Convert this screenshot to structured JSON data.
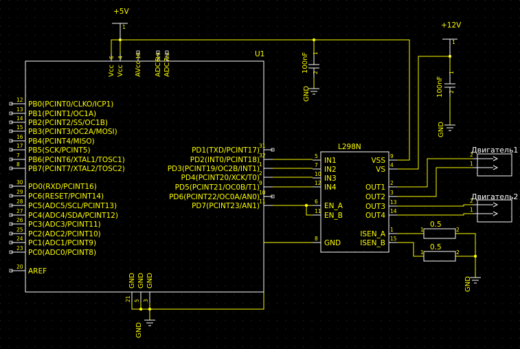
{
  "colors": {
    "background": "#000000",
    "grid": "#303030",
    "wire": "#ffff00",
    "component": "#ffffff",
    "text": "#ffff00"
  },
  "power": {
    "vcc5": "+5V",
    "vcc12": "+12V",
    "gnd": "GND"
  },
  "mcu": {
    "ref": "U1",
    "top_pins": [
      {
        "label": "Vcc",
        "num": "6"
      },
      {
        "label": "Vcc",
        "num": "4"
      },
      {
        "label": "AVcc",
        "num": "18"
      },
      {
        "label": "ADC6",
        "num": "19"
      },
      {
        "label": "ADC7",
        "num": "22"
      }
    ],
    "left_pins": [
      {
        "label": "PB0(PCINT0/CLKO/ICP1)",
        "num": "12"
      },
      {
        "label": "PB1(PCINT1/OC1A)",
        "num": "13"
      },
      {
        "label": "PB2(PCINT2/SS/OC1B)",
        "num": "14"
      },
      {
        "label": "PB3(PCINT3/OC2A/MOSI)",
        "num": "15"
      },
      {
        "label": "PB4(PCINT4/MISO)",
        "num": "16"
      },
      {
        "label": "PB5(SCK/PCINT5)",
        "num": "17"
      },
      {
        "label": "PB6(PCINT6/XTAL1/TOSC1)",
        "num": "7"
      },
      {
        "label": "PB7(PCINT7/XTAL2/TOSC2)",
        "num": "8"
      },
      {
        "label": "PD0(RXD/PCINT16)",
        "num": "30"
      },
      {
        "label": "PC6(RESET/PCINT14)",
        "num": "29"
      },
      {
        "label": "PC5(ADC5/SCL/PCINT13)",
        "num": "28"
      },
      {
        "label": "PC4(ADC4/SDA/PCINT12)",
        "num": "27"
      },
      {
        "label": "PC3(ADC3/PCINT11)",
        "num": "26"
      },
      {
        "label": "PC2(ADC2/PCINT10)",
        "num": "25"
      },
      {
        "label": "PC1(ADC1/PCINT9)",
        "num": "24"
      },
      {
        "label": "PC0(ADC0/PCINT8)",
        "num": "23"
      },
      {
        "label": "AREF",
        "num": "20"
      }
    ],
    "right_pins": [
      {
        "label": "PD1(TXD/PCINT17)",
        "num": "31"
      },
      {
        "label": "PD2(INT0/PCINT18)",
        "num": "32"
      },
      {
        "label": "PD3(PCINT19/OC2B/INT1)",
        "num": "1"
      },
      {
        "label": "PD4(PCINT20/XCK/T0)",
        "num": "2"
      },
      {
        "label": "PD5(PCINT21/OC0B/T1)",
        "num": "9"
      },
      {
        "label": "PD6(PCINT22/OC0A/AN0)",
        "num": "10"
      },
      {
        "label": "PD7(PCINT23/AN1)",
        "num": "11"
      }
    ],
    "bottom_pins": [
      {
        "label": "GND",
        "num": "21"
      },
      {
        "label": "GND",
        "num": "5"
      },
      {
        "label": "GND",
        "num": "3"
      }
    ]
  },
  "driver": {
    "ref": "L298N",
    "left_pins": [
      {
        "label": "IN1",
        "num": "5"
      },
      {
        "label": "IN2",
        "num": "7"
      },
      {
        "label": "IN3",
        "num": "10"
      },
      {
        "label": "IN4",
        "num": "12"
      },
      {
        "label": "EN_A",
        "num": "6"
      },
      {
        "label": "EN_B",
        "num": "11"
      },
      {
        "label": "GND",
        "num": "8"
      }
    ],
    "right_pins": [
      {
        "label": "VSS",
        "num": "9"
      },
      {
        "label": "VS",
        "num": "4"
      },
      {
        "label": "OUT1",
        "num": "2"
      },
      {
        "label": "OUT2",
        "num": "3"
      },
      {
        "label": "OUT3",
        "num": "13"
      },
      {
        "label": "OUT4",
        "num": "14"
      },
      {
        "label": "ISEN_A",
        "num": "1"
      },
      {
        "label": "ISEN_B",
        "num": "15"
      }
    ]
  },
  "caps": [
    {
      "value": "100nF",
      "pin1": "1",
      "pin2": "2"
    },
    {
      "value": "100nF",
      "pin1": "1",
      "pin2": "2"
    }
  ],
  "motors": [
    {
      "label": "Двигатель1",
      "pin1": "1",
      "pin2": "2"
    },
    {
      "label": "Двигатель2",
      "pin1": "1",
      "pin2": "2"
    }
  ],
  "resistors": [
    {
      "value": "0.5",
      "pin1": "1",
      "pin2": "2"
    },
    {
      "value": "0.5",
      "pin1": "1",
      "pin2": "2"
    }
  ],
  "gnd_pin": "1"
}
